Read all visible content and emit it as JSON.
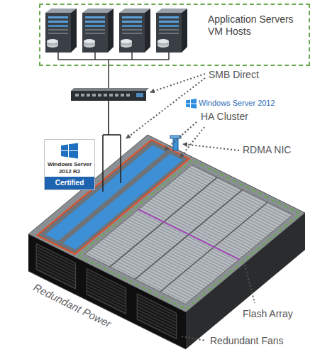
{
  "diagram": {
    "nodes": [
      {
        "text": [
          "Application Servers VM Hosts"
        ]
      },
      {
        "text": [
          "Windows Server 2012 R2",
          "Certified"
        ]
      }
    ],
    "labels": [
      "SMB Direct",
      "Windows Server 2012",
      "HA Cluster",
      "RDMA NIC",
      "Flash Array",
      "Redundant Power",
      "Redundant Fans"
    ]
  }
}
